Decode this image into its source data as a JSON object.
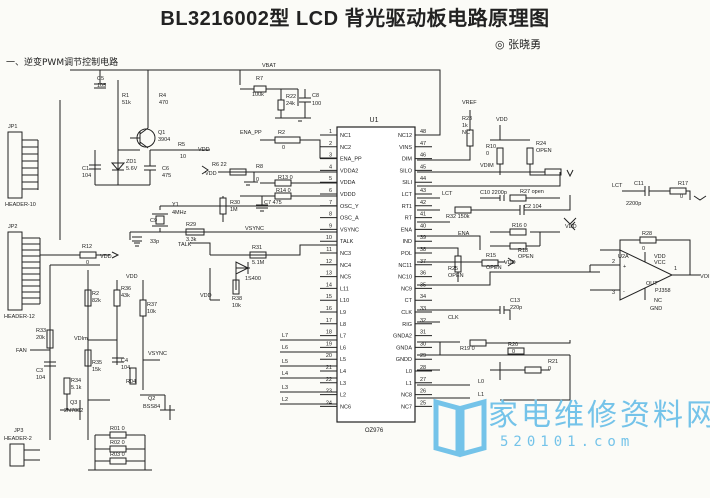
{
  "title": "BL3216002型 LCD 背光驱动板电路原理图",
  "author": "◎ 张晓勇",
  "section": "一、逆变PWM调节控制电路",
  "watermark": {
    "text": "家电维修资料网",
    "url": "520101.com"
  },
  "ic": {
    "name": "U1",
    "part": "OZ976",
    "left_pins": [
      {
        "num": "1",
        "name": "NC1"
      },
      {
        "num": "2",
        "name": "NC2"
      },
      {
        "num": "3",
        "name": "ENA_PP"
      },
      {
        "num": "4",
        "name": "VDDA2"
      },
      {
        "num": "5",
        "name": "VDDA"
      },
      {
        "num": "6",
        "name": "VDDD"
      },
      {
        "num": "7",
        "name": "OSC_Y"
      },
      {
        "num": "8",
        "name": "OSC_A"
      },
      {
        "num": "9",
        "name": "VSYNC"
      },
      {
        "num": "10",
        "name": "TALK"
      },
      {
        "num": "11",
        "name": "NC3"
      },
      {
        "num": "12",
        "name": "NC4"
      },
      {
        "num": "13",
        "name": "NC5"
      },
      {
        "num": "14",
        "name": "L11"
      },
      {
        "num": "15",
        "name": "L10"
      },
      {
        "num": "16",
        "name": "L9"
      },
      {
        "num": "17",
        "name": "L8"
      },
      {
        "num": "18",
        "name": "L7"
      },
      {
        "num": "19",
        "name": "L6"
      },
      {
        "num": "20",
        "name": "L5"
      },
      {
        "num": "21",
        "name": "L4"
      },
      {
        "num": "22",
        "name": "L3"
      },
      {
        "num": "23",
        "name": "L2"
      },
      {
        "num": "24",
        "name": "NC6"
      }
    ],
    "right_pins": [
      {
        "num": "48",
        "name": "NC12"
      },
      {
        "num": "47",
        "name": "VINS"
      },
      {
        "num": "46",
        "name": "DIM"
      },
      {
        "num": "45",
        "name": "SILO"
      },
      {
        "num": "44",
        "name": "SILI"
      },
      {
        "num": "43",
        "name": "LCT"
      },
      {
        "num": "42",
        "name": "RT1"
      },
      {
        "num": "41",
        "name": "RT"
      },
      {
        "num": "40",
        "name": "ENA"
      },
      {
        "num": "39",
        "name": "IND"
      },
      {
        "num": "38",
        "name": "POL"
      },
      {
        "num": "37",
        "name": "NC11"
      },
      {
        "num": "36",
        "name": "NC10"
      },
      {
        "num": "35",
        "name": "NC9"
      },
      {
        "num": "34",
        "name": "CT"
      },
      {
        "num": "33",
        "name": "CLK"
      },
      {
        "num": "32",
        "name": "RIG"
      },
      {
        "num": "31",
        "name": "GNDA2"
      },
      {
        "num": "30",
        "name": "GNDA"
      },
      {
        "num": "29",
        "name": "GNDD"
      },
      {
        "num": "28",
        "name": "L0"
      },
      {
        "num": "27",
        "name": "L1"
      },
      {
        "num": "26",
        "name": "NC8"
      },
      {
        "num": "25",
        "name": "NC7"
      }
    ]
  },
  "labels": [
    {
      "id": "vbat",
      "text": "VBAT"
    },
    {
      "id": "r7",
      "text": "R7"
    },
    {
      "id": "r7v",
      "text": "100k"
    },
    {
      "id": "r22",
      "text": "R22"
    },
    {
      "id": "r22v",
      "text": "24k"
    },
    {
      "id": "c8",
      "text": "C8"
    },
    {
      "id": "c8v",
      "text": "100"
    },
    {
      "id": "c5",
      "text": "C5"
    },
    {
      "id": "c5v",
      "text": "105"
    },
    {
      "id": "r1",
      "text": "R1"
    },
    {
      "id": "r1v",
      "text": "51k"
    },
    {
      "id": "r4",
      "text": "R4"
    },
    {
      "id": "r4v",
      "text": "470"
    },
    {
      "id": "q1",
      "text": "Q1"
    },
    {
      "id": "q1v",
      "text": "3904"
    },
    {
      "id": "c1",
      "text": "C1"
    },
    {
      "id": "c1v",
      "text": "104"
    },
    {
      "id": "zd1",
      "text": "ZD1"
    },
    {
      "id": "zd1v",
      "text": "5.6V"
    },
    {
      "id": "r5",
      "text": "R5"
    },
    {
      "id": "r5v",
      "text": "10"
    },
    {
      "id": "vdd1",
      "text": "VDD"
    },
    {
      "id": "c6",
      "text": "C6"
    },
    {
      "id": "c6v",
      "text": "475"
    },
    {
      "id": "enapp",
      "text": "ENA_PP"
    },
    {
      "id": "r2",
      "text": "R2"
    },
    {
      "id": "r2v",
      "text": "0"
    },
    {
      "id": "vdd2",
      "text": "VDD"
    },
    {
      "id": "r6",
      "text": "R6 22"
    },
    {
      "id": "r8",
      "text": "R8"
    },
    {
      "id": "r8v",
      "text": "0"
    },
    {
      "id": "r13",
      "text": "R13 0"
    },
    {
      "id": "r14",
      "text": "R14 0"
    },
    {
      "id": "c7",
      "text": "C7 475"
    },
    {
      "id": "r30",
      "text": "R30"
    },
    {
      "id": "r30v",
      "text": "1M"
    },
    {
      "id": "y1",
      "text": "Y1"
    },
    {
      "id": "y1v",
      "text": "4MHz"
    },
    {
      "id": "c9",
      "text": "C9"
    },
    {
      "id": "c9v",
      "text": "33p"
    },
    {
      "id": "r29",
      "text": "R29"
    },
    {
      "id": "r29v",
      "text": "3.3k"
    },
    {
      "id": "vsync1",
      "text": "VSYNC"
    },
    {
      "id": "talk",
      "text": "TALK"
    },
    {
      "id": "r31",
      "text": "R31"
    },
    {
      "id": "r31v",
      "text": "5.1M"
    },
    {
      "id": "d1",
      "text": "1S400"
    },
    {
      "id": "vdd3",
      "text": "VDD"
    },
    {
      "id": "r38",
      "text": "R38"
    },
    {
      "id": "r38v",
      "text": "10k"
    },
    {
      "id": "l7",
      "text": "L7"
    },
    {
      "id": "l6",
      "text": "L6"
    },
    {
      "id": "l5",
      "text": "L5"
    },
    {
      "id": "l4",
      "text": "L4"
    },
    {
      "id": "l3",
      "text": "L3"
    },
    {
      "id": "l2",
      "text": "L2"
    },
    {
      "id": "jp1",
      "text": "JP1"
    },
    {
      "id": "hdr10",
      "text": "HEADER-10"
    },
    {
      "id": "jp2",
      "text": "JP2"
    },
    {
      "id": "hdr12",
      "text": "HEADER-12"
    },
    {
      "id": "r12",
      "text": "R12"
    },
    {
      "id": "r12v",
      "text": "0"
    },
    {
      "id": "vdd4",
      "text": "VDD"
    },
    {
      "id": "r33",
      "text": "R33"
    },
    {
      "id": "r33v",
      "text": "20k"
    },
    {
      "id": "fan",
      "text": "FAN"
    },
    {
      "id": "c3",
      "text": "C3"
    },
    {
      "id": "c3v",
      "text": "104"
    },
    {
      "id": "r2b",
      "text": "R2"
    },
    {
      "id": "r2bv",
      "text": "82k"
    },
    {
      "id": "vdim",
      "text": "VDIm"
    },
    {
      "id": "r36",
      "text": "R36"
    },
    {
      "id": "r36v",
      "text": "43k"
    },
    {
      "id": "vdd5",
      "text": "VDD"
    },
    {
      "id": "r37",
      "text": "R37"
    },
    {
      "id": "r37v",
      "text": "10k"
    },
    {
      "id": "vsync2",
      "text": "VSYNC"
    },
    {
      "id": "c4",
      "text": "C4"
    },
    {
      "id": "c4v",
      "text": "104"
    },
    {
      "id": "r35",
      "text": "R35"
    },
    {
      "id": "r35v",
      "text": "15k"
    },
    {
      "id": "r34",
      "text": "R34"
    },
    {
      "id": "r34v",
      "text": "5.1k"
    },
    {
      "id": "r04",
      "text": "R04"
    },
    {
      "id": "q3",
      "text": "Q3"
    },
    {
      "id": "q3v",
      "text": "2N7002"
    },
    {
      "id": "q2",
      "text": "Q2"
    },
    {
      "id": "q2v",
      "text": "BSS84"
    },
    {
      "id": "jp3",
      "text": "JP3"
    },
    {
      "id": "hdr2",
      "text": "HEADER-2"
    },
    {
      "id": "r01",
      "text": "R01 0"
    },
    {
      "id": "r02",
      "text": "R02 0"
    },
    {
      "id": "r03",
      "text": "R03 0"
    },
    {
      "id": "vref",
      "text": "VREF"
    },
    {
      "id": "r23",
      "text": "R23"
    },
    {
      "id": "r23v",
      "text": "1k"
    },
    {
      "id": "r23w",
      "text": "NC"
    },
    {
      "id": "vdd6",
      "text": "VDD"
    },
    {
      "id": "r10",
      "text": "R10"
    },
    {
      "id": "r10v",
      "text": "0"
    },
    {
      "id": "r24",
      "text": "R24"
    },
    {
      "id": "r24v",
      "text": "OPEN"
    },
    {
      "id": "vdim2",
      "text": "VDIM"
    },
    {
      "id": "lct1",
      "text": "LCT"
    },
    {
      "id": "c10",
      "text": "C10 2200p"
    },
    {
      "id": "r27",
      "text": "R27 open"
    },
    {
      "id": "r32",
      "text": "R32 150k"
    },
    {
      "id": "c2",
      "text": "C2 104"
    },
    {
      "id": "ena",
      "text": "ENA"
    },
    {
      "id": "r16",
      "text": "R16 0"
    },
    {
      "id": "vdd7",
      "text": "VDD"
    },
    {
      "id": "r18",
      "text": "R18"
    },
    {
      "id": "r18v",
      "text": "OPEN"
    },
    {
      "id": "r25",
      "text": "R25"
    },
    {
      "id": "r25v",
      "text": "OPEN"
    },
    {
      "id": "r15",
      "text": "R15"
    },
    {
      "id": "r15v",
      "text": "OPEN"
    },
    {
      "id": "vdd8",
      "text": "VDD"
    },
    {
      "id": "c13",
      "text": "C13"
    },
    {
      "id": "c13v",
      "text": "220p"
    },
    {
      "id": "clk",
      "text": "CLK"
    },
    {
      "id": "r20",
      "text": "R20"
    },
    {
      "id": "r20v",
      "text": "0"
    },
    {
      "id": "r19",
      "text": "R19 0"
    },
    {
      "id": "r21",
      "text": "R21"
    },
    {
      "id": "r21v",
      "text": "0"
    },
    {
      "id": "lo",
      "text": "L0"
    },
    {
      "id": "l1",
      "text": "L1"
    },
    {
      "id": "lct2",
      "text": "LCT"
    },
    {
      "id": "c11",
      "text": "C11"
    },
    {
      "id": "c11v",
      "text": "2200p"
    },
    {
      "id": "r17",
      "text": "R17"
    },
    {
      "id": "r17v",
      "text": "0"
    },
    {
      "id": "r28",
      "text": "R28"
    },
    {
      "id": "r28v",
      "text": "0"
    },
    {
      "id": "u2a",
      "text": "U2A"
    },
    {
      "id": "vcc",
      "text": "VCC"
    },
    {
      "id": "vdd9",
      "text": "VDD"
    },
    {
      "id": "out",
      "text": "OUT"
    },
    {
      "id": "pj",
      "text": "PJ358"
    },
    {
      "id": "nc",
      "text": "NC"
    },
    {
      "id": "gnd",
      "text": "GND"
    },
    {
      "id": "vo",
      "text": "VOI"
    },
    {
      "id": "p1",
      "text": "+"
    },
    {
      "id": "p2",
      "text": "-"
    },
    {
      "id": "p3",
      "text": "2"
    },
    {
      "id": "p4",
      "text": "3"
    },
    {
      "id": "p5",
      "text": "1"
    }
  ]
}
